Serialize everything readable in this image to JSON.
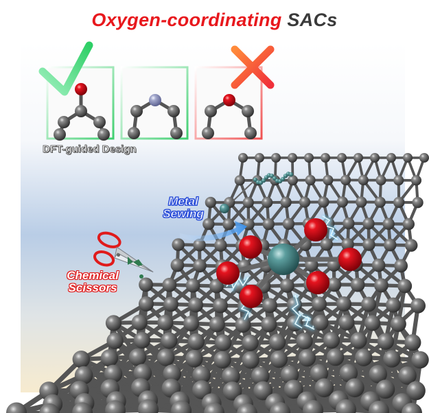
{
  "title": {
    "part1": "Oxygen-coordinating",
    "part2": "SACs"
  },
  "panels": [
    {
      "name": "carbonyl-panel",
      "verdict": "check"
    },
    {
      "name": "nitrogen-panel",
      "verdict": "none"
    },
    {
      "name": "ether-panel",
      "verdict": "cross"
    }
  ],
  "labels": {
    "dft": "DFT-guided Design",
    "metal_line1": "Metal",
    "metal_line2": "Sewing",
    "chem_line1": "Chemical",
    "chem_line2": "Scissors"
  },
  "icons": [
    "check-icon",
    "cross-icon",
    "scissors-icon",
    "needle-icon"
  ],
  "colors": {
    "title_red": "#e8181d",
    "title_dark": "#3a3a3a",
    "carbon": "#4a4a4a",
    "oxygen": "#d0001a",
    "nitrogen": "#9aa0c8",
    "metal": "#4f9696",
    "check_green": "#3fd97a",
    "cross_red": "#f04a2a",
    "sewing_blue": "#2b4ed8",
    "scissors_red": "#e01b1b"
  }
}
